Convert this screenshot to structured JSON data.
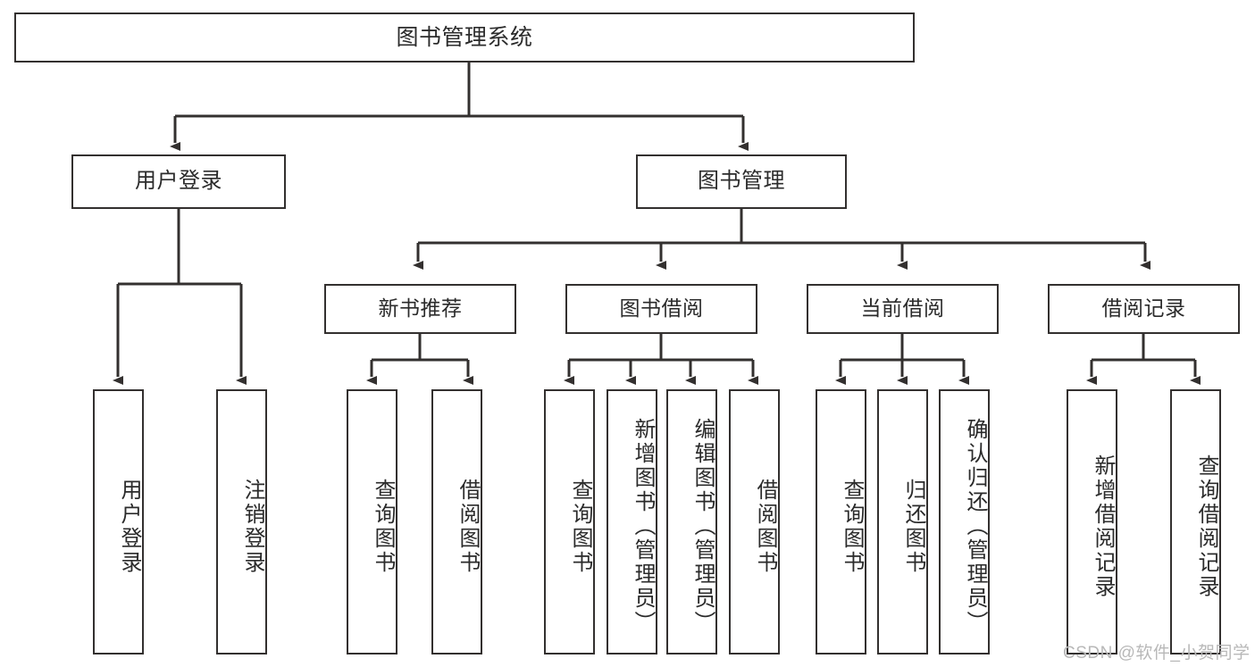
{
  "diagram": {
    "title": "图书管理系统",
    "type": "tree-hierarchy-chart",
    "colors": {
      "background": "#ffffff",
      "box_border": "#33302f",
      "box_fill": "#ffffff",
      "text": "#2b2b2b",
      "connector": "#33302f",
      "watermark": "#b8b8b8"
    }
  },
  "nodes": {
    "root": {
      "label": "图书管理系统"
    },
    "level1": [
      {
        "label": "用户登录"
      },
      {
        "label": "图书管理"
      }
    ],
    "level2": [
      {
        "label": "新书推荐"
      },
      {
        "label": "图书借阅"
      },
      {
        "label": "当前借阅"
      },
      {
        "label": "借阅记录"
      }
    ],
    "leaves": [
      {
        "label": "用户登录"
      },
      {
        "label": "注销登录"
      },
      {
        "label": "查询图书"
      },
      {
        "label": "借阅图书"
      },
      {
        "label": "查询图书"
      },
      {
        "label": "新增图书（管理员）"
      },
      {
        "label": "编辑图书（管理员）"
      },
      {
        "label": "借阅图书"
      },
      {
        "label": "查询图书"
      },
      {
        "label": "归还图书"
      },
      {
        "label": "确认归还（管理员）"
      },
      {
        "label": "新增借阅记录"
      },
      {
        "label": "查询借阅记录"
      }
    ]
  },
  "watermark": {
    "text": "CSDN @软件_小贺同学"
  }
}
